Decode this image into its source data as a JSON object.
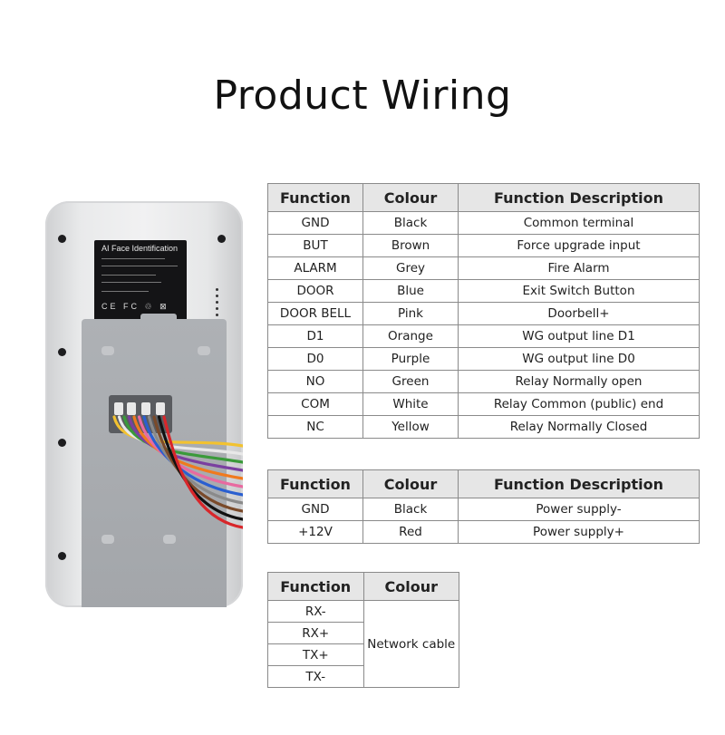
{
  "title": "Product Wiring",
  "device": {
    "label_title": "AI Face Identification",
    "label_icons": "CE FC ♲ ⊠"
  },
  "table_main": {
    "headers": [
      "Function",
      "Colour",
      "Function Description"
    ],
    "rows": [
      [
        "GND",
        "Black",
        "Common terminal"
      ],
      [
        "BUT",
        "Brown",
        "Force upgrade input"
      ],
      [
        "ALARM",
        "Grey",
        "Fire Alarm"
      ],
      [
        "DOOR",
        "Blue",
        "Exit Switch Button"
      ],
      [
        "DOOR BELL",
        "Pink",
        "Doorbell+"
      ],
      [
        "D1",
        "Orange",
        "WG output line D1"
      ],
      [
        "D0",
        "Purple",
        "WG output line D0"
      ],
      [
        "NO",
        "Green",
        "Relay Normally open"
      ],
      [
        "COM",
        "White",
        "Relay Common (public) end"
      ],
      [
        "NC",
        "Yellow",
        "Relay Normally Closed"
      ]
    ]
  },
  "table_power": {
    "headers": [
      "Function",
      "Colour",
      "Function Description"
    ],
    "rows": [
      [
        "GND",
        "Black",
        "Power supply-"
      ],
      [
        "+12V",
        "Red",
        "Power supply+"
      ]
    ]
  },
  "table_network": {
    "headers": [
      "Function",
      "Colour"
    ],
    "functions": [
      "RX-",
      "RX+",
      "TX+",
      "TX-"
    ],
    "colour": "Network cable"
  },
  "wire_colors": [
    "#f2c230",
    "#e8e8e8",
    "#3a9a3a",
    "#7a3fa0",
    "#f07a1e",
    "#e86aa0",
    "#2a5fd0",
    "#8a8a8a",
    "#7a4a2a",
    "#111111",
    "#d8262a"
  ]
}
